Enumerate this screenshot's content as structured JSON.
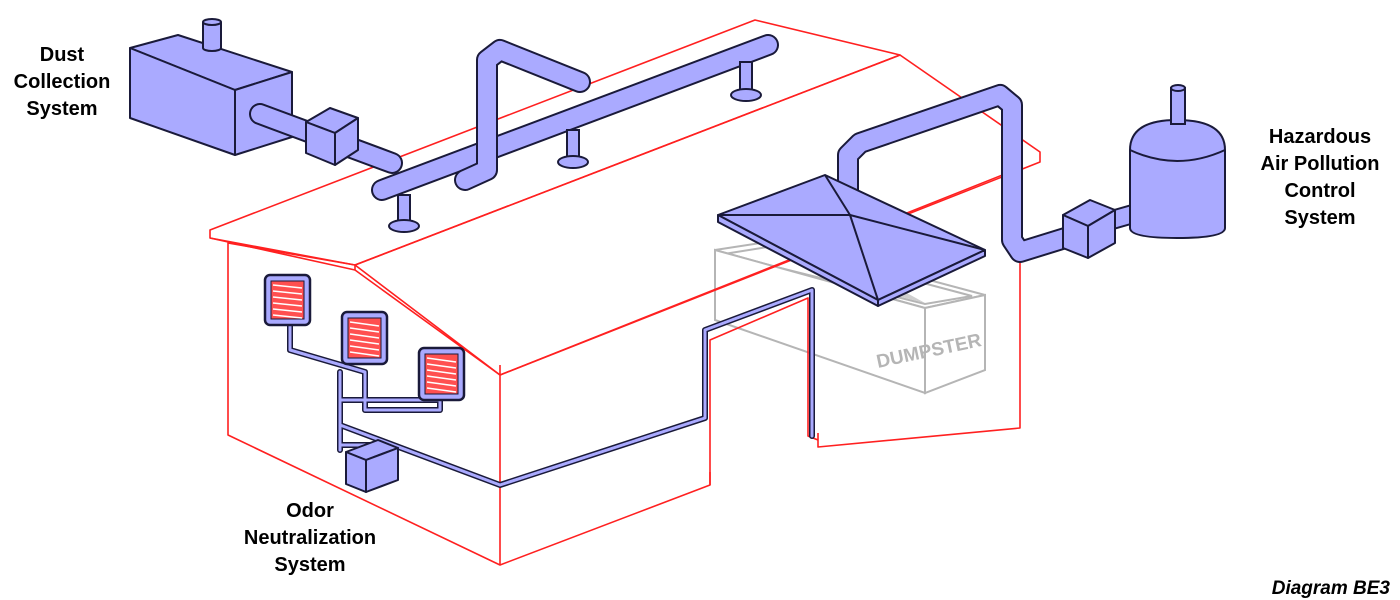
{
  "labels": {
    "dust_collection": [
      "Dust",
      "Collection",
      "System"
    ],
    "hazardous_air": [
      "Hazardous",
      "Air Pollution",
      "Control",
      "System"
    ],
    "odor_neutralization": [
      "Odor",
      "Neutralization",
      "System"
    ],
    "dumpster": "DUMPSTER",
    "caption": "Diagram BE3"
  },
  "colors": {
    "building_outline": "#ff2020",
    "equipment_fill": "#aaaaff",
    "equipment_stroke": "#1a1a3a",
    "dumpster": "#b5b5b5",
    "vent_fill": "#ff5050"
  }
}
